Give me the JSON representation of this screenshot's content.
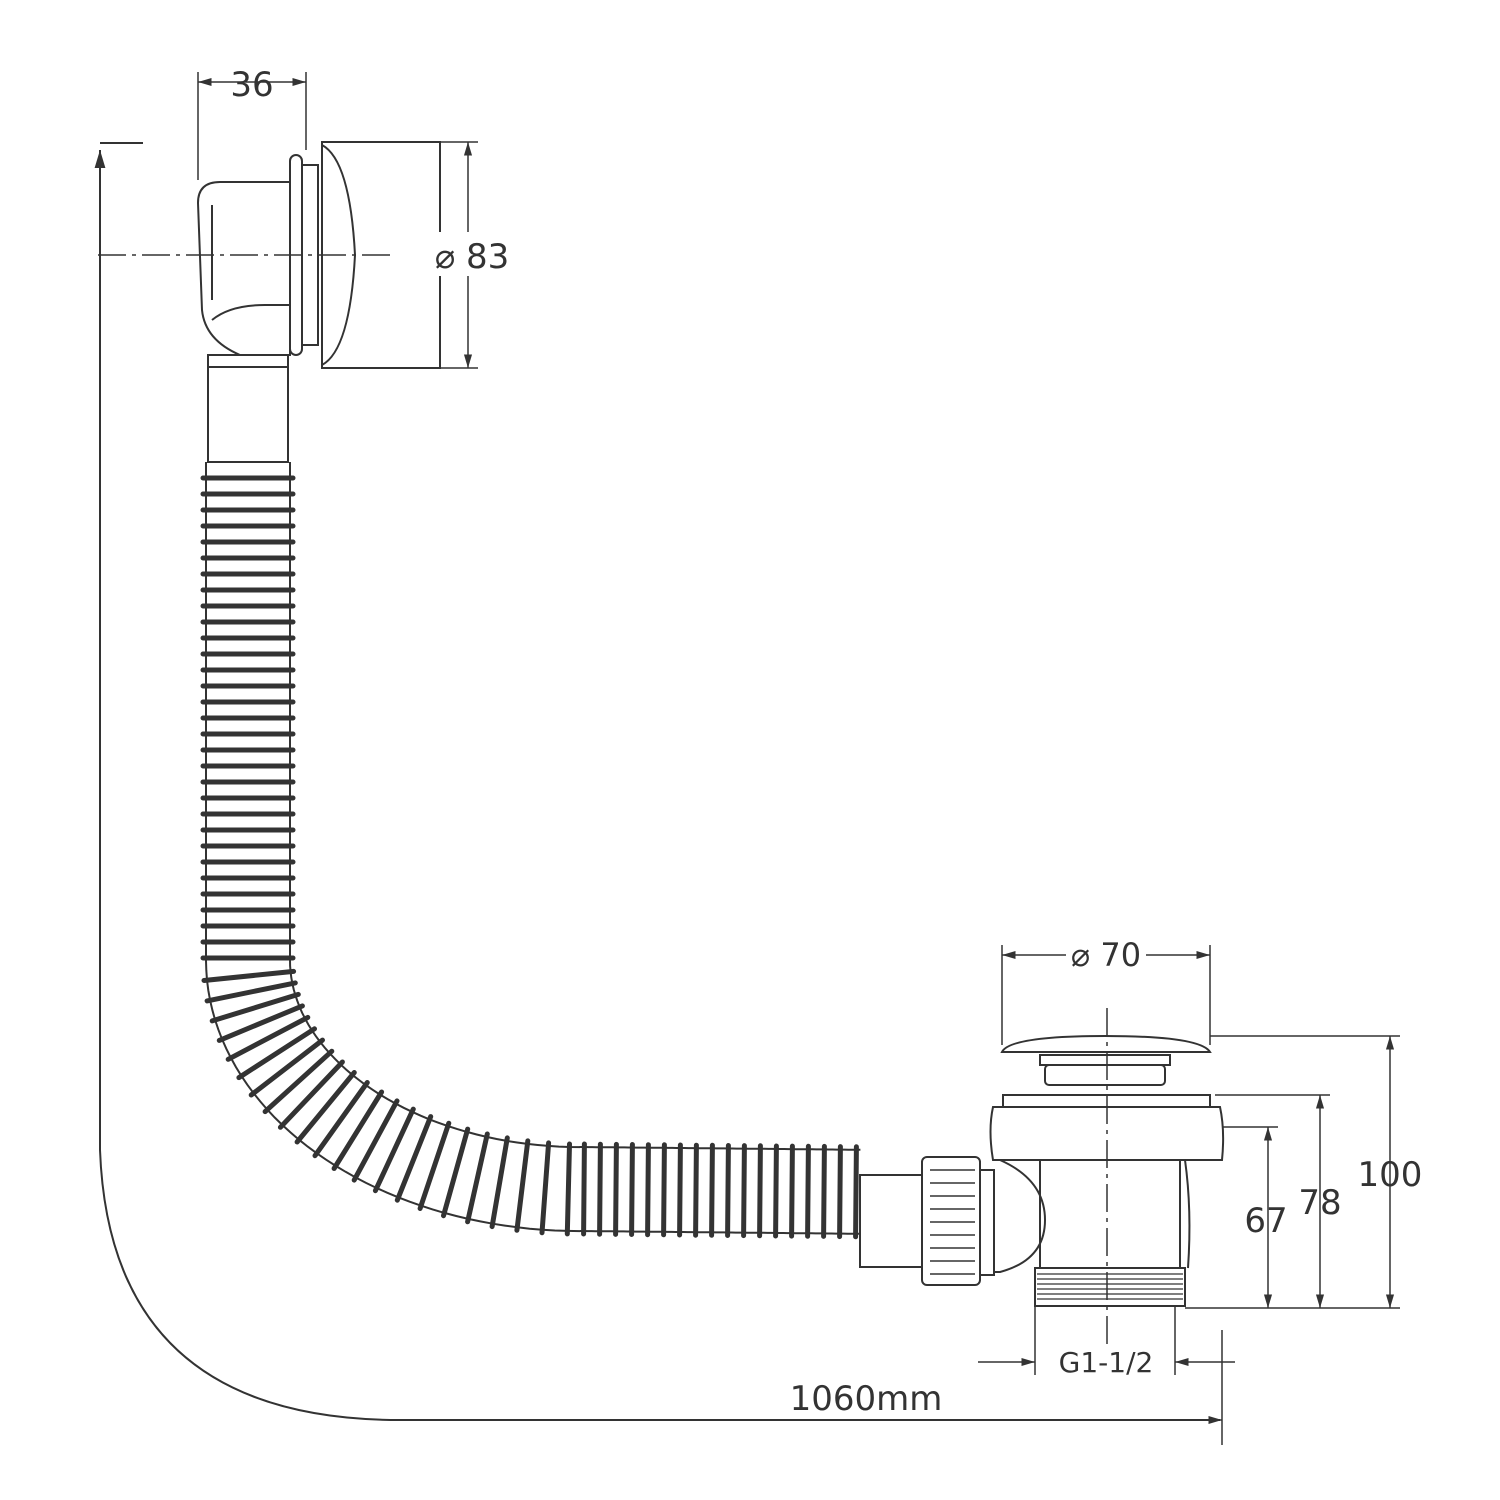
{
  "diagram": {
    "colors": {
      "line": "#333333",
      "background": "#ffffff"
    },
    "dimensions": {
      "overflow_depth": "36",
      "overflow_diameter": "⌀ 83",
      "waste_diameter": "⌀ 70",
      "height_67": "67",
      "height_78": "78",
      "height_100": "100",
      "thread": "G1-1/2",
      "total_length": "1060mm"
    }
  }
}
